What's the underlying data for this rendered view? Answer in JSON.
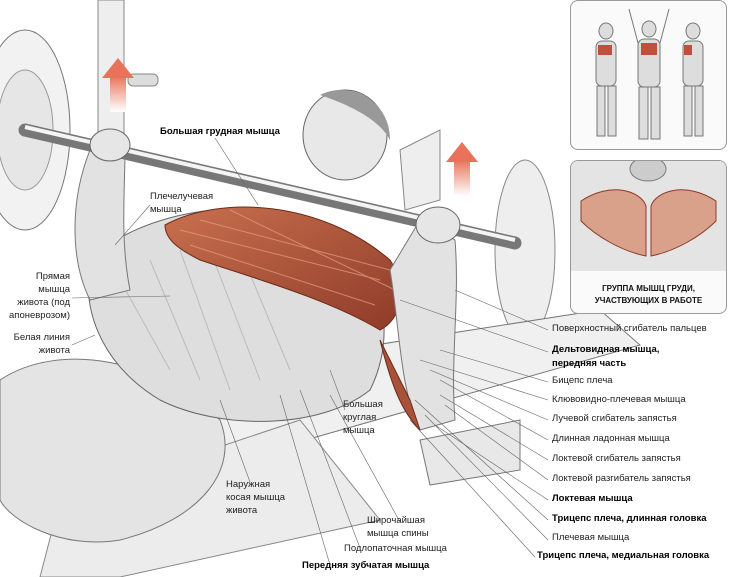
{
  "labels": {
    "pectoralis_major": "Большая грудная мышца",
    "brachioradialis": [
      "Плечелучевая",
      "мышца"
    ],
    "rectus_abdominis": [
      "Прямая",
      "мышца",
      "живота (под",
      "апоневрозом)"
    ],
    "linea_alba": [
      "Белая линия",
      "живота"
    ],
    "teres_major": [
      "Большая",
      "круглая",
      "мышца"
    ],
    "external_oblique": [
      "Наружная",
      "косая мышца",
      "живота"
    ],
    "latissimus": [
      "Широчайшая",
      "мышца спины"
    ],
    "subscapularis": "Подлопаточная мышца",
    "serratus_anterior": "Передняя зубчатая мышца"
  },
  "right_labels": [
    {
      "text": "Поверхностный сгибатель пальцев",
      "bold": false
    },
    {
      "text": "Дельтовидная мышца,",
      "bold": true
    },
    {
      "text": "передняя часть",
      "bold": true
    },
    {
      "text": "Бицепс плеча",
      "bold": false
    },
    {
      "text": "Клювовидно-плечевая мышца",
      "bold": false
    },
    {
      "text": "Лучевой сгибатель запястья",
      "bold": false
    },
    {
      "text": "Длинная ладонная мышца",
      "bold": false
    },
    {
      "text": "Локтевой сгибатель запястья",
      "bold": false
    },
    {
      "text": "Локтевой разгибатель запястья",
      "bold": false
    },
    {
      "text": "Локтевая мышца",
      "bold": true
    },
    {
      "text": "Трицепс плеча, длинная головка",
      "bold": true
    },
    {
      "text": "Плечевая мышца",
      "bold": false
    },
    {
      "text": "Трицепс плеча, медиальная головка",
      "bold": true
    }
  ],
  "inset": {
    "caption": [
      "ГРУППА МЫШЦ ГРУДИ,",
      "УЧАСТВУЮЩИХ В РАБОТЕ"
    ]
  },
  "colors": {
    "muscle": "#b5583d",
    "arrow": "#e8735a",
    "line": "#555555"
  }
}
